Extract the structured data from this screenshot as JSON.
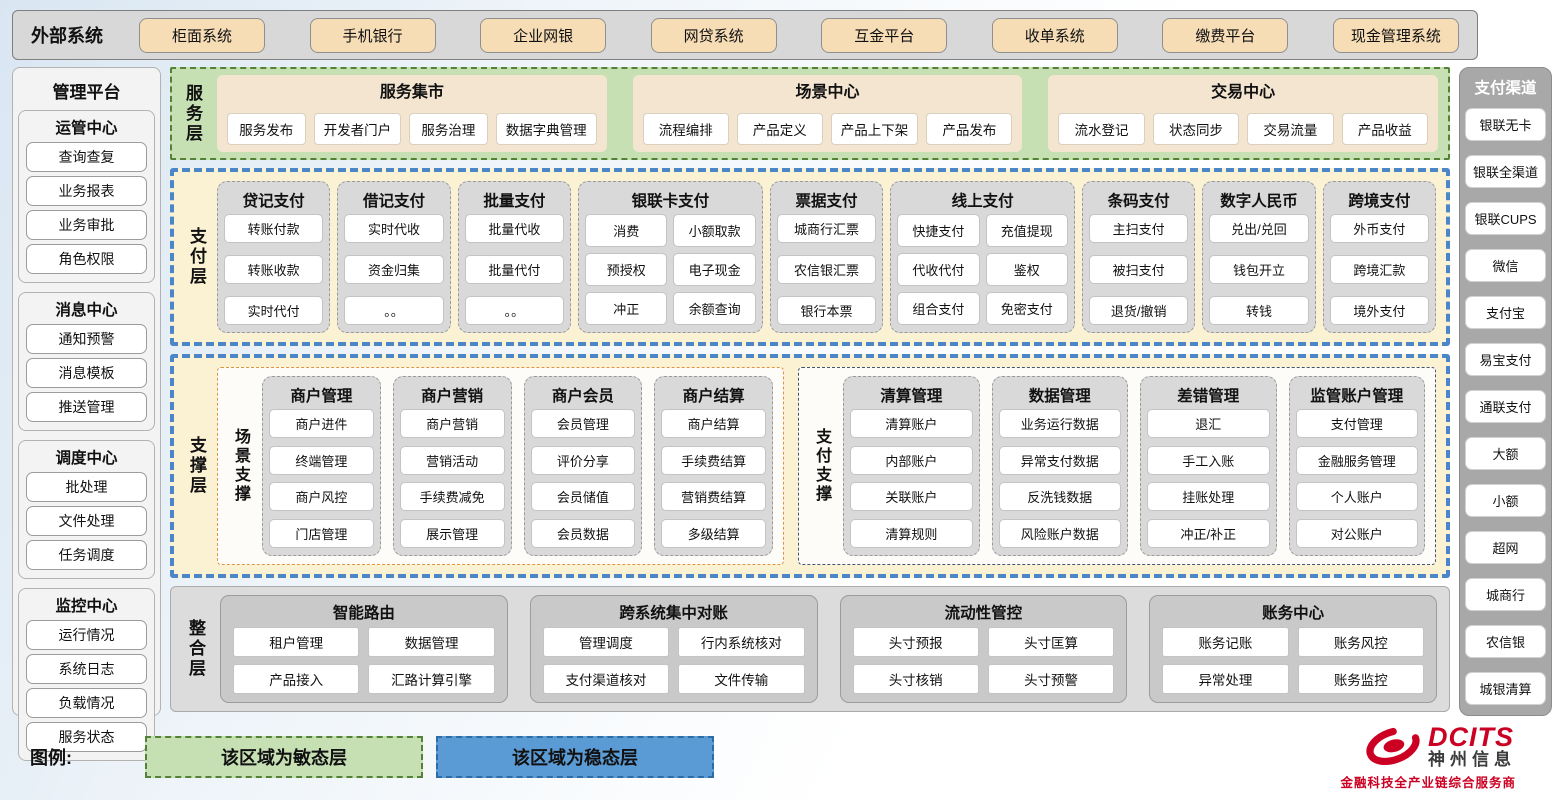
{
  "colors": {
    "accent_blue": "#4a86c8",
    "agile_green_fill": "#c6e0b4",
    "agile_green_border": "#538135",
    "stable_blue_fill": "#5b9bd5",
    "stable_blue_border": "#2e6da4",
    "cream": "#fbf2d4",
    "tan_button": "#f6ddb6",
    "scene_orange": "#e0943c",
    "pay_navy": "#44546a",
    "brand_red": "#cc0022"
  },
  "external_systems": {
    "label": "外部系统",
    "items": [
      "柜面系统",
      "手机银行",
      "企业网银",
      "网贷系统",
      "互金平台",
      "收单系统",
      "缴费平台",
      "现金管理系统"
    ]
  },
  "management_platform": {
    "title": "管理平台",
    "groups": [
      {
        "title": "运管中心",
        "items": [
          "查询查复",
          "业务报表",
          "业务审批",
          "角色权限"
        ]
      },
      {
        "title": "消息中心",
        "items": [
          "通知预警",
          "消息模板",
          "推送管理"
        ]
      },
      {
        "title": "调度中心",
        "items": [
          "批处理",
          "文件处理",
          "任务调度"
        ]
      },
      {
        "title": "监控中心",
        "items": [
          "运行情况",
          "系统日志",
          "负载情况",
          "服务状态"
        ]
      }
    ]
  },
  "service_layer": {
    "label": "服务层",
    "groups": [
      {
        "title": "服务集市",
        "items": [
          "服务发布",
          "开发者门户",
          "服务治理",
          "数据字典管理"
        ]
      },
      {
        "title": "场景中心",
        "items": [
          "流程编排",
          "产品定义",
          "产品上下架",
          "产品发布"
        ]
      },
      {
        "title": "交易中心",
        "items": [
          "流水登记",
          "状态同步",
          "交易流量",
          "产品收益"
        ]
      }
    ]
  },
  "payment_layer": {
    "label": "支付层",
    "columns": [
      {
        "title": "贷记支付",
        "wide": false,
        "items": [
          "转账付款",
          "转账收款",
          "实时代付"
        ]
      },
      {
        "title": "借记支付",
        "wide": false,
        "items": [
          "实时代收",
          "资金归集",
          "。。"
        ]
      },
      {
        "title": "批量支付",
        "wide": false,
        "items": [
          "批量代收",
          "批量代付",
          "。。"
        ]
      },
      {
        "title": "银联卡支付",
        "wide": true,
        "items": [
          "消费",
          "小额取款",
          "预授权",
          "电子现金",
          "冲正",
          "余额查询"
        ]
      },
      {
        "title": "票据支付",
        "wide": false,
        "items": [
          "城商行汇票",
          "农信银汇票",
          "银行本票"
        ]
      },
      {
        "title": "线上支付",
        "wide": true,
        "items": [
          "快捷支付",
          "充值提现",
          "代收代付",
          "鉴权",
          "组合支付",
          "免密支付"
        ]
      },
      {
        "title": "条码支付",
        "wide": false,
        "items": [
          "主扫支付",
          "被扫支付",
          "退货/撤销"
        ]
      },
      {
        "title": "数字人民币",
        "wide": false,
        "items": [
          "兑出/兑回",
          "钱包开立",
          "转钱"
        ]
      },
      {
        "title": "跨境支付",
        "wide": false,
        "items": [
          "外币支付",
          "跨境汇款",
          "境外支付"
        ]
      }
    ]
  },
  "support_layer": {
    "label": "支撑层",
    "sections": [
      {
        "label": "场景支撑",
        "accent": "orange",
        "columns": [
          {
            "title": "商户管理",
            "items": [
              "商户进件",
              "终端管理",
              "商户风控",
              "门店管理"
            ]
          },
          {
            "title": "商户营销",
            "items": [
              "商户营销",
              "营销活动",
              "手续费减免",
              "展示管理"
            ]
          },
          {
            "title": "商户会员",
            "items": [
              "会员管理",
              "评价分享",
              "会员储值",
              "会员数据"
            ]
          },
          {
            "title": "商户结算",
            "items": [
              "商户结算",
              "手续费结算",
              "营销费结算",
              "多级结算"
            ]
          }
        ]
      },
      {
        "label": "支付支撑",
        "accent": "navy",
        "columns": [
          {
            "title": "清算管理",
            "items": [
              "清算账户",
              "内部账户",
              "关联账户",
              "清算规则"
            ]
          },
          {
            "title": "数据管理",
            "items": [
              "业务运行数据",
              "异常支付数据",
              "反洗钱数据",
              "风险账户数据"
            ]
          },
          {
            "title": "差错管理",
            "items": [
              "退汇",
              "手工入账",
              "挂账处理",
              "冲正/补正"
            ]
          },
          {
            "title": "监管账户管理",
            "items": [
              "支付管理",
              "金融服务管理",
              "个人账户",
              "对公账户"
            ]
          }
        ]
      }
    ]
  },
  "integration_layer": {
    "label": "整合层",
    "groups": [
      {
        "title": "智能路由",
        "items": [
          "租户管理",
          "数据管理",
          "产品接入",
          "汇路计算引擎"
        ]
      },
      {
        "title": "跨系统集中对账",
        "items": [
          "管理调度",
          "行内系统核对",
          "支付渠道核对",
          "文件传输"
        ]
      },
      {
        "title": "流动性管控",
        "items": [
          "头寸预报",
          "头寸匡算",
          "头寸核销",
          "头寸预警"
        ]
      },
      {
        "title": "账务中心",
        "items": [
          "账务记账",
          "账务风控",
          "异常处理",
          "账务监控"
        ]
      }
    ]
  },
  "payment_channels": {
    "title": "支付渠道",
    "items": [
      "银联无卡",
      "银联全渠道",
      "银联CUPS",
      "微信",
      "支付宝",
      "易宝支付",
      "通联支付",
      "大额",
      "小额",
      "超网",
      "城商行",
      "农信银",
      "城银清算"
    ]
  },
  "legend": {
    "label": "图例:",
    "agile": "该区域为敏态层",
    "stable": "该区域为稳态层"
  },
  "logo": {
    "brand": "DCITS",
    "company": "神州信息",
    "tagline": "金融科技全产业链综合服务商"
  }
}
